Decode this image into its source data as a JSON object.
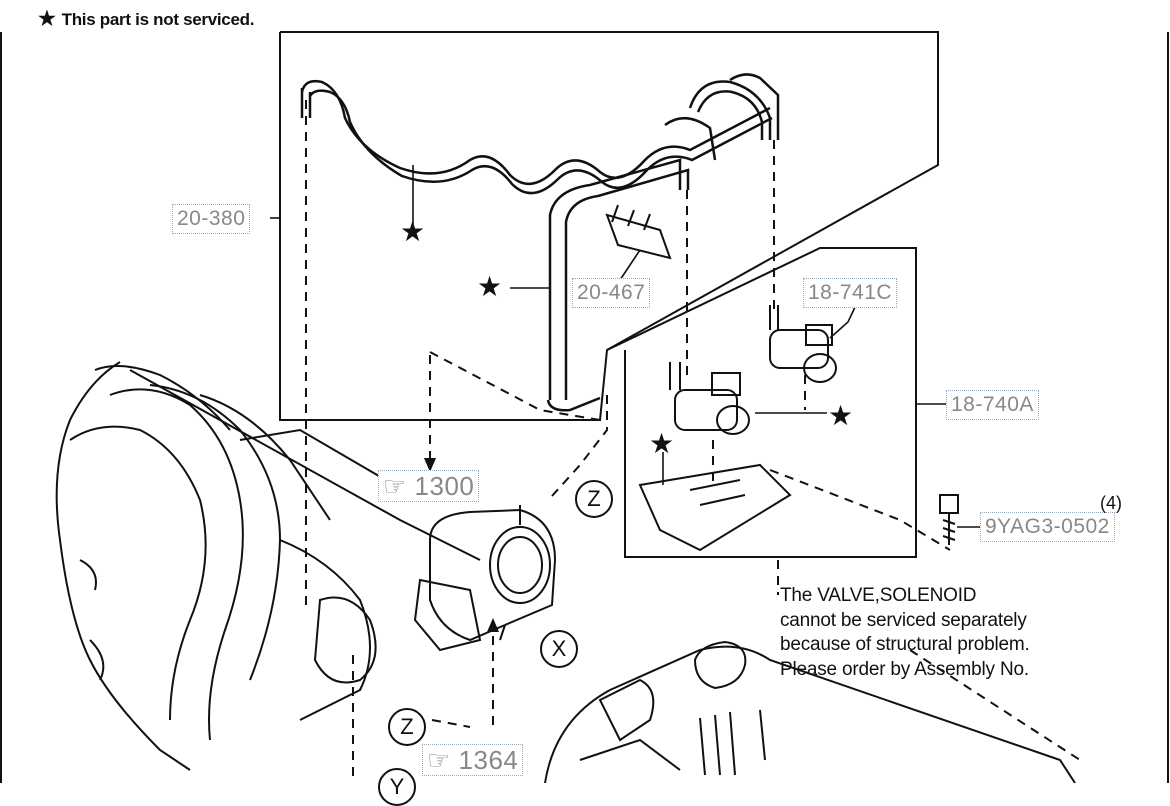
{
  "header": {
    "star_glyph": "★",
    "note": "This part is not serviced."
  },
  "labels": {
    "ref_20_380": "20-380",
    "ref_20_467": "20-467",
    "ref_18_741c": "18-741C",
    "ref_18_740a": "18-740A",
    "ref_9yag": "9YAG3-0502",
    "qty_4": "(4)",
    "ref_1300": "☞ 1300",
    "ref_1364": "☞ 1364",
    "circle_z": "Z",
    "circle_x": "X",
    "circle_y": "Y",
    "star": "★"
  },
  "caption": {
    "line1": "The VALVE,SOLENOID",
    "line2": "cannot be serviced separately",
    "line3": "because of structural problem.",
    "line4": "Please order by Assembly No."
  }
}
